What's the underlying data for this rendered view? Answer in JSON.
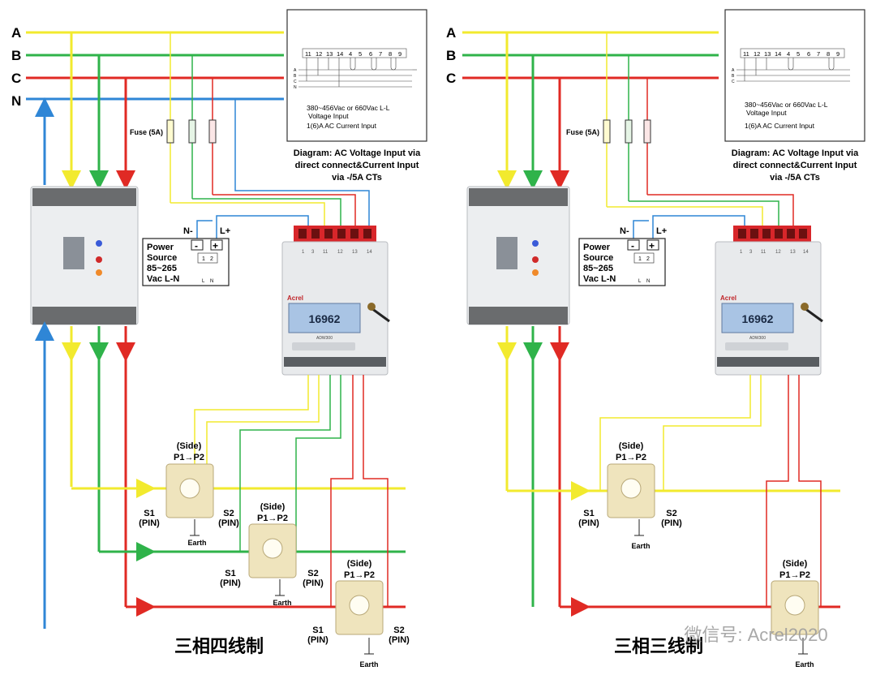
{
  "colors": {
    "phase_a": "#f2ea2e",
    "phase_b": "#2fb34a",
    "phase_c": "#e02a24",
    "neutral": "#2f86d6",
    "terminal_red": "#d8262a",
    "device_body": "#e8eaec",
    "lcd": "#a9c4e4"
  },
  "bus_labels": {
    "a": "A",
    "b": "B",
    "c": "C",
    "n": "N"
  },
  "fuse_label": "Fuse (5A)",
  "inset": {
    "terminals": [
      "11",
      "12",
      "13",
      "14",
      "4",
      "5",
      "6",
      "7",
      "8",
      "9"
    ],
    "rows": [
      "A",
      "B",
      "C",
      "N"
    ],
    "text_voltage_1": "380~456Vac or 660Vac L-L",
    "text_voltage_2": "Voltage Input",
    "text_current": "1(6)A AC Current Input"
  },
  "caption": {
    "line1": "Diagram: AC Voltage Input via",
    "line2": "direct connect&Current Input",
    "line3": "via -/5A CTs"
  },
  "power": {
    "n_label": "N-",
    "l_label": "L+",
    "minus": "-",
    "plus": "+",
    "line1": "Power",
    "line2": "Source",
    "line3": "85~265",
    "line4": "Vac L-N",
    "pin1": "1",
    "pin2": "2",
    "pin_l": "L",
    "pin_n": "N"
  },
  "meter": {
    "brand": "Acrel",
    "reading": "16962",
    "model": "ADW300",
    "top_terminals": [
      "1",
      "3",
      "11",
      "12",
      "13",
      "14"
    ]
  },
  "ct": {
    "side": "(Side)",
    "dir": "P1→P2",
    "s1": "S1",
    "s2": "S2",
    "pin": "(PIN)",
    "earth": "Earth"
  },
  "titles": {
    "left": "三相四线制",
    "right": "三相三线制"
  },
  "watermark": "微信号: Acrel2020"
}
